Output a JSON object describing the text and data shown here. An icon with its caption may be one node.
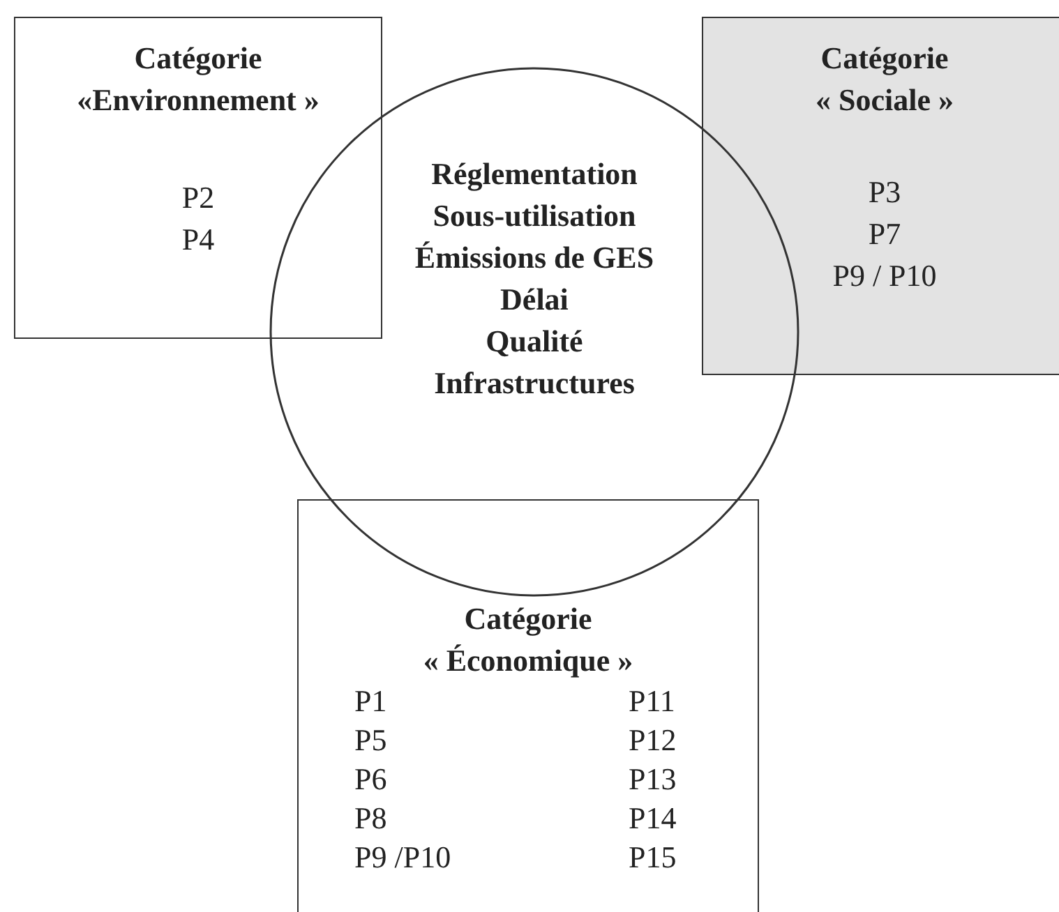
{
  "diagram": {
    "nodes": [
      {
        "text": [
          "Catégorie",
          "«Environnement »",
          "P2",
          "P4"
        ]
      },
      {
        "text": [
          "Réglementation",
          "Sous-utilisation",
          "Émissions de GES",
          "Délai",
          "Qualité",
          "Infrastructures"
        ]
      },
      {
        "text": [
          "Catégorie",
          "« Sociale »",
          "P3",
          "P7",
          "P9 / P10"
        ]
      },
      {
        "text": [
          "Catégorie",
          "« Économique »",
          "P1",
          "P11",
          "P5",
          "P12",
          "P6",
          "P13",
          "P8",
          "P14",
          "P9 /P10",
          "P15"
        ]
      }
    ]
  }
}
